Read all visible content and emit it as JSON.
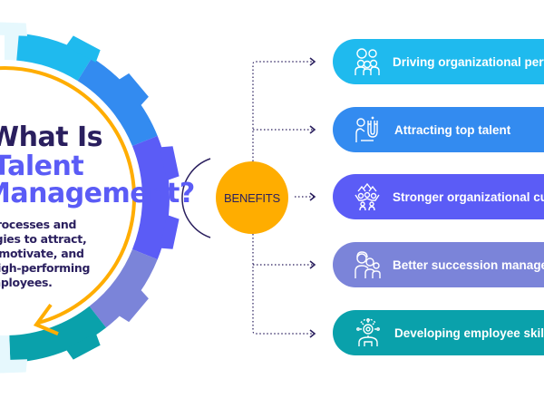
{
  "heading": {
    "line1": "What Is",
    "line2": "Talent",
    "line3": "Management?"
  },
  "description": [
    "The processes and",
    "strategies to attract,",
    "develop, motivate, and",
    "retain high-performing",
    "employees."
  ],
  "center_label": "BENEFITS",
  "benefits": [
    {
      "label": "Driving organizational performance",
      "icon": "team-gear-icon",
      "color": "#1fbaee"
    },
    {
      "label": "Attracting top talent",
      "icon": "magnet-person-icon",
      "color": "#338bf0"
    },
    {
      "label": "Stronger organizational culture",
      "icon": "group-growth-icon",
      "color": "#5b5cf6"
    },
    {
      "label": "Better succession management",
      "icon": "family-people-icon",
      "color": "#7b84d9"
    },
    {
      "label": "Developing employee skills",
      "icon": "person-gear-icon",
      "color": "#0aa1ab"
    }
  ],
  "colors": {
    "gear_segments": [
      "#e6f8fd",
      "#1fbaee",
      "#338bf0",
      "#5b5cf6",
      "#7b84d9",
      "#0aa1ab",
      "#e6f8fd"
    ],
    "arrow": "#ffad00",
    "dark": "#2a1f5e"
  }
}
